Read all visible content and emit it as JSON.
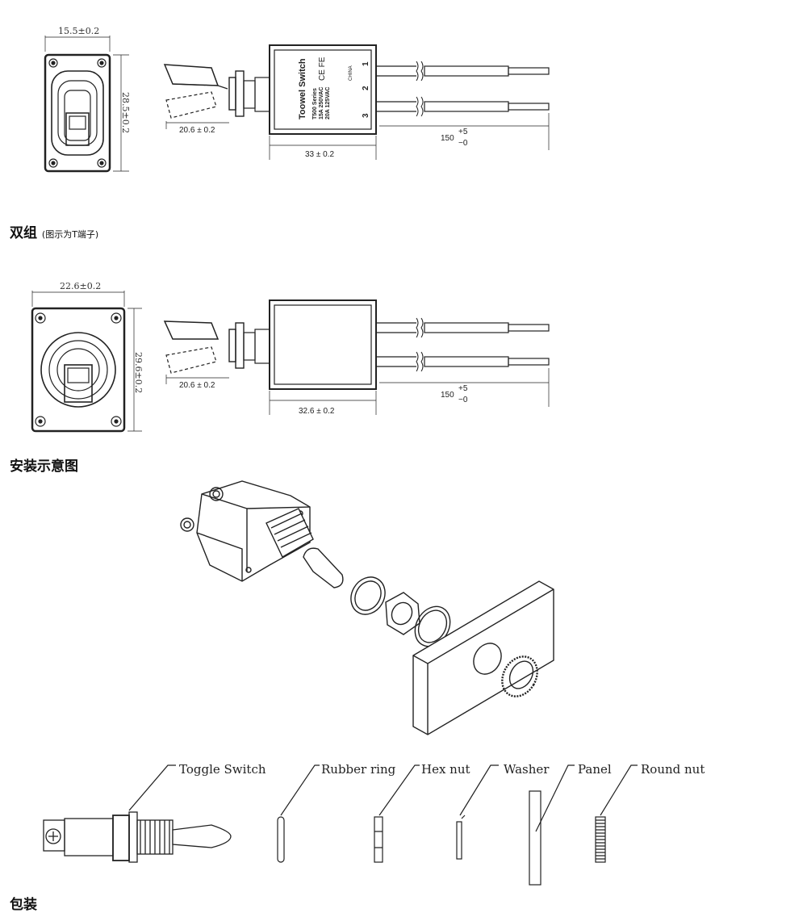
{
  "sections": {
    "double_group_title": "双组",
    "double_group_note": "(图示为T端子)",
    "install_title": "安装示意图",
    "bottom_title_partial": "包装"
  },
  "single": {
    "front_width": "15.5±0.2",
    "front_height": "28.5±0.2",
    "lever_len": "20.6 ± 0.2",
    "body_len": "33 ± 0.2",
    "wire_len": "150",
    "wire_tol_plus": "+5",
    "wire_tol_minus": "−0",
    "body_brand": "Toowel Switch",
    "body_series": "T500 Series",
    "body_rating1": "15A 250VAC",
    "body_rating2": "20A 125VAC",
    "body_origin": "CHINA",
    "body_marks": "CE FE",
    "terminal_1": "1",
    "terminal_2": "2",
    "terminal_3": "3"
  },
  "double": {
    "front_width": "22.6±0.2",
    "front_height": "29.6±0.2",
    "lever_len": "20.6 ± 0.2",
    "body_len": "32.6 ± 0.2",
    "wire_len": "150",
    "wire_tol_plus": "+5",
    "wire_tol_minus": "−0"
  },
  "parts": {
    "toggle_switch": "Toggle Switch",
    "rubber_ring": "Rubber ring",
    "hex_nut": "Hex nut",
    "washer": "Washer",
    "panel": "Panel",
    "round_nut": "Round nut"
  }
}
